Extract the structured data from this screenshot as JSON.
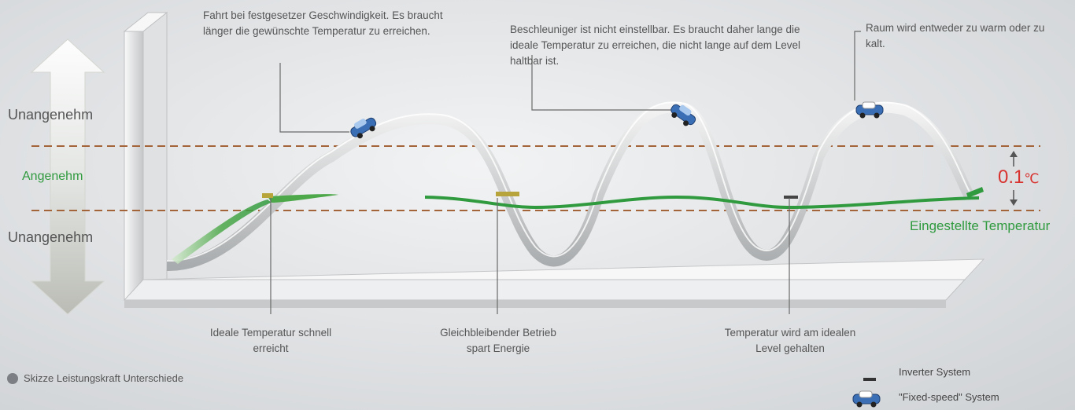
{
  "zones": {
    "uncomfortable_top": "Unangenehm",
    "comfortable": "Angenehm",
    "uncomfortable_bottom": "Unangenehm"
  },
  "notes": {
    "fixed_speed": "Fahrt bei festgesetzer Geschwindigkeit. Es braucht länger die gewünschte Temperatur zu erreichen.",
    "no_accel": "Beschleuniger ist nicht einstellbar. Es braucht daher lange die ideale Temperatur zu erreichen, die nicht lange auf dem Level haltbar ist.",
    "too_warm_cold": "Raum wird entweder zu warm oder zu kalt."
  },
  "callouts": {
    "ideal_fast": "Ideale Temperatur schnell erreicht",
    "steady": "Gleichbleibender Betrieb spart Energie",
    "kept_level": "Temperatur wird am idealen Level gehalten"
  },
  "deviation": {
    "value": "0.1",
    "unit": "℃"
  },
  "set_temperature": "Eingestellte Temperatur",
  "caption": "Skizze Leistungskraft Unterschiede",
  "legend": {
    "inverter": "Inverter System",
    "fixed_speed": "\"Fixed-speed\" System"
  },
  "colors": {
    "green": "#2f9a3e",
    "red": "#d8322f",
    "dash": "#a3643a",
    "ribbon": "#c9cbcd",
    "car_blue": "#3b6fb5"
  },
  "icons": [
    "up-down-arrow-icon",
    "car-icon",
    "dash-icon",
    "arrow-up-icon",
    "arrow-down-icon"
  ]
}
